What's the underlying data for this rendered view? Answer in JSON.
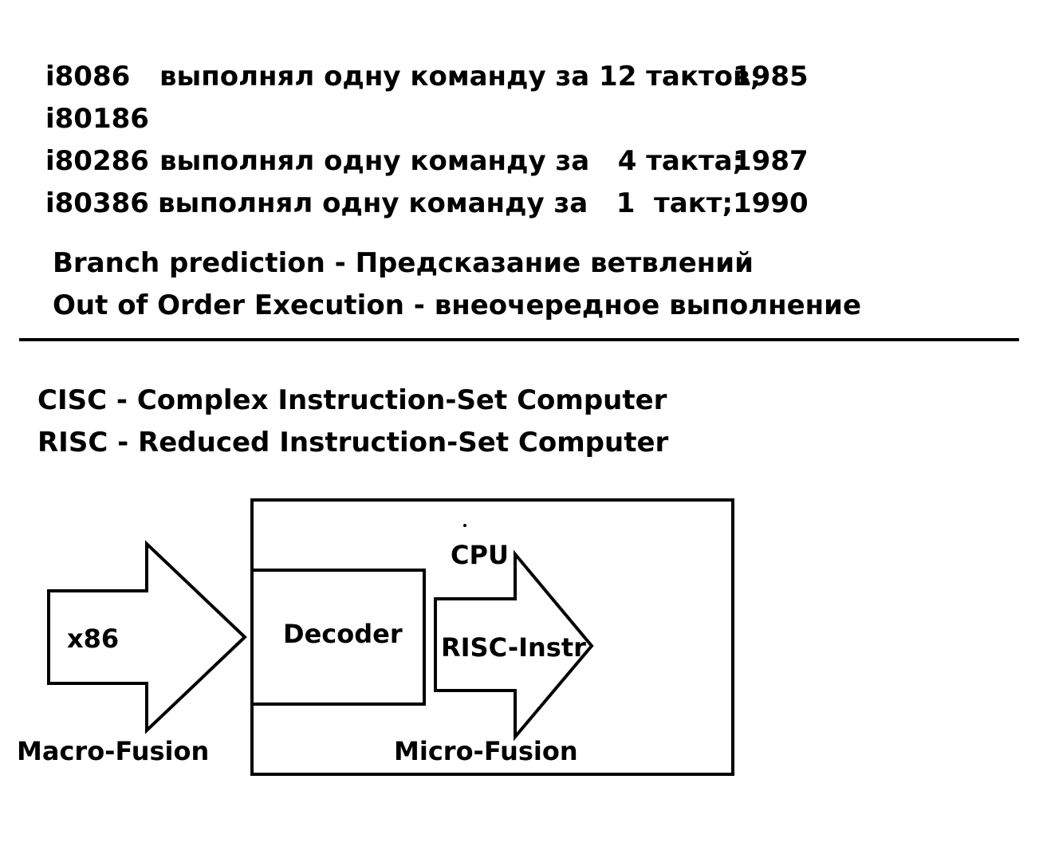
{
  "cpu_history": [
    {
      "model": "i8086",
      "description": "выполнял одну команду за 12 тактов;",
      "year": "1985"
    },
    {
      "model": "i80186",
      "description": "",
      "year": ""
    },
    {
      "model": "i80286",
      "description": "выполнял одну команду за   4 такта;",
      "year": "1987"
    },
    {
      "model": "i80386",
      "description": "выполнял одну команду за   1  такт;",
      "year": "1990"
    }
  ],
  "features": [
    "Branch prediction - Предсказание ветвлений",
    "Out of Order Execution - внеочередное выполнение"
  ],
  "architectures": [
    "CISC - Complex Instruction-Set Computer",
    "RISC - Reduced Instruction-Set Computer"
  ],
  "diagram": {
    "input_arrow_label": "x86",
    "cpu_label": "CPU",
    "decoder_label": "Decoder",
    "output_arrow_label": "RISC-Instr",
    "macro_fusion_label": "Macro-Fusion",
    "micro_fusion_label": "Micro-Fusion"
  }
}
